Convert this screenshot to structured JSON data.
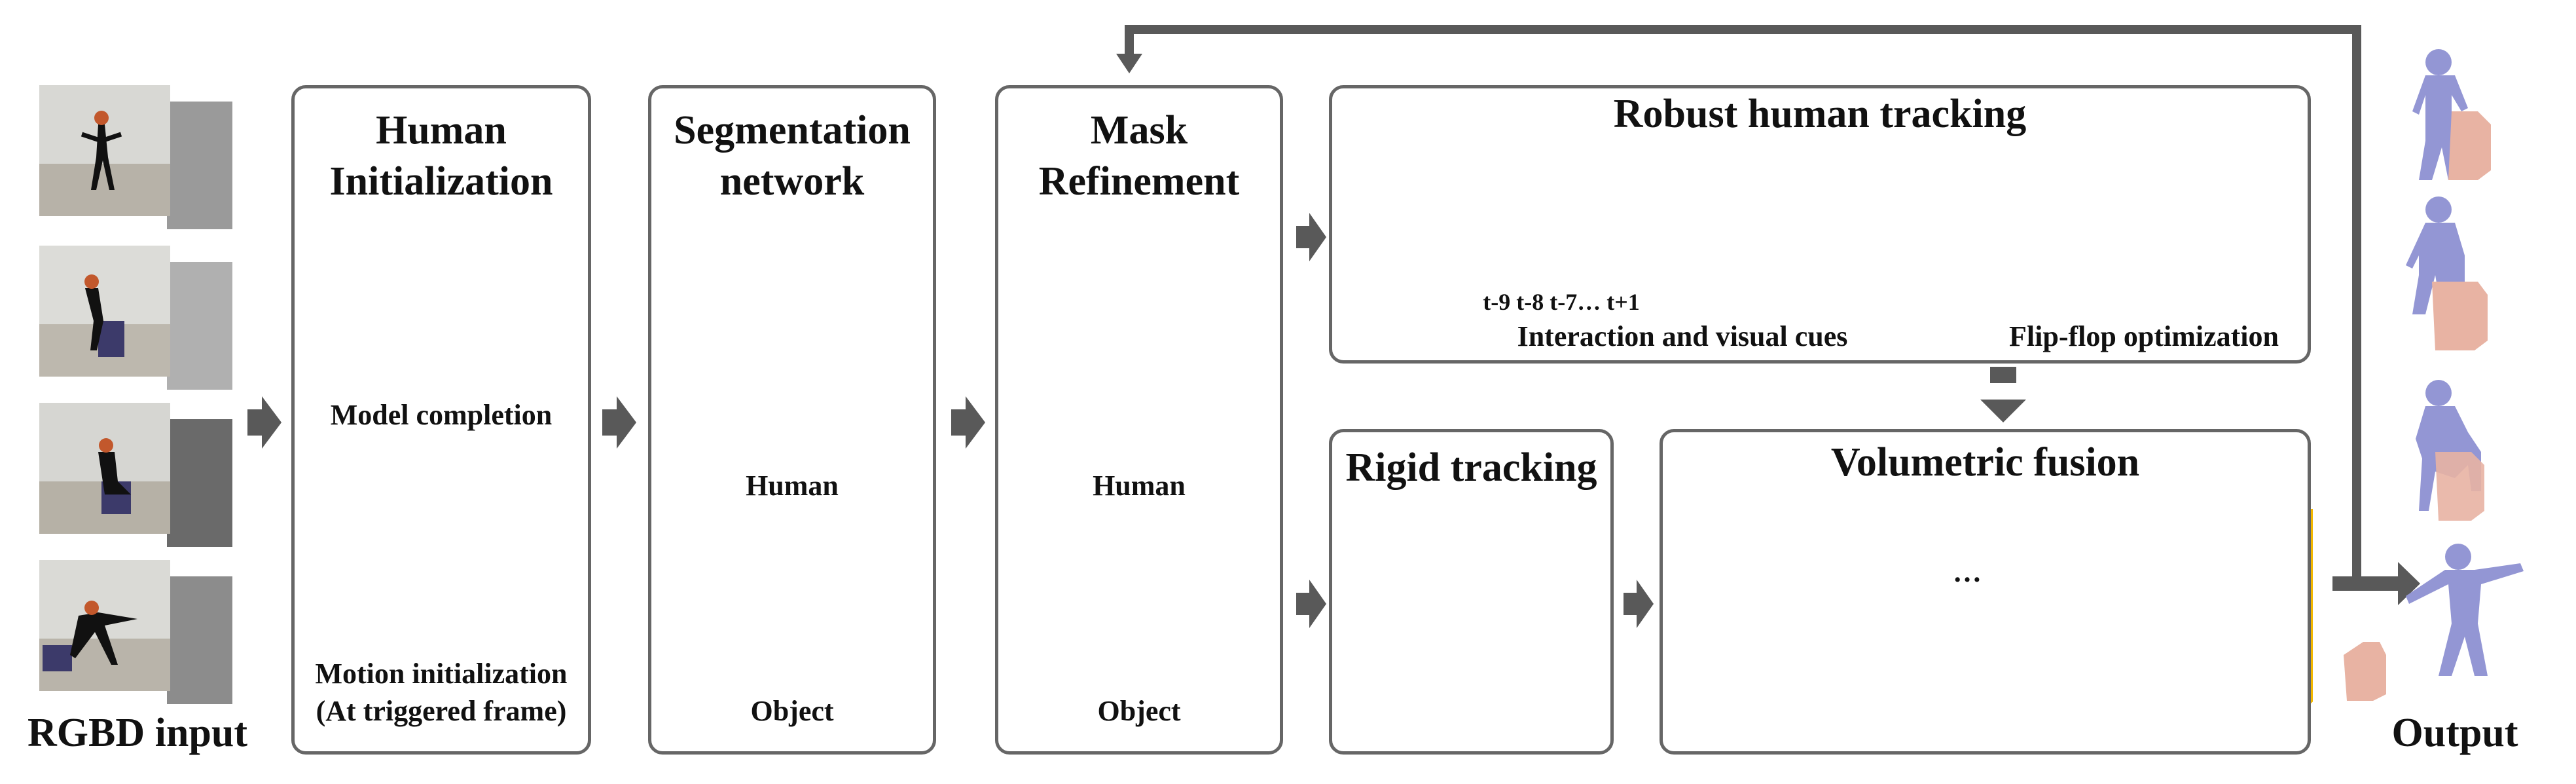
{
  "input": {
    "label": "RGBD input"
  },
  "human_init": {
    "title_line1": "Human",
    "title_line2": "Initialization",
    "caption_model": "Model completion",
    "caption_motion_line1": "Motion initialization",
    "caption_motion_line2": "(At triggered frame)"
  },
  "segmentation": {
    "title_line1": "Segmentation",
    "title_line2": "network",
    "caption_human": "Human",
    "caption_object": "Object"
  },
  "mask_refinement": {
    "title_line1": "Mask",
    "title_line2": "Refinement",
    "caption_human": "Human",
    "caption_object": "Object"
  },
  "robust_tracking": {
    "title": "Robust human tracking",
    "timesteps": "t-9  t-8  t-7…  t+1",
    "caption_cues": "Interaction and visual cues",
    "caption_flipflop": "Flip-flop optimization"
  },
  "rigid_tracking": {
    "title": "Rigid tracking"
  },
  "volumetric_fusion": {
    "title": "Volumetric fusion",
    "ellipsis": "…"
  },
  "output": {
    "label": "Output"
  },
  "colors": {
    "panel_border": "#666666",
    "arrow": "#595959",
    "bbox_yellow": "#f2b700",
    "human_mesh": "#9fa3d6",
    "object_mesh": "#4a4a7a",
    "skin_mesh": "#e8b3a3",
    "highlight_arrow": "#15a8e0"
  }
}
